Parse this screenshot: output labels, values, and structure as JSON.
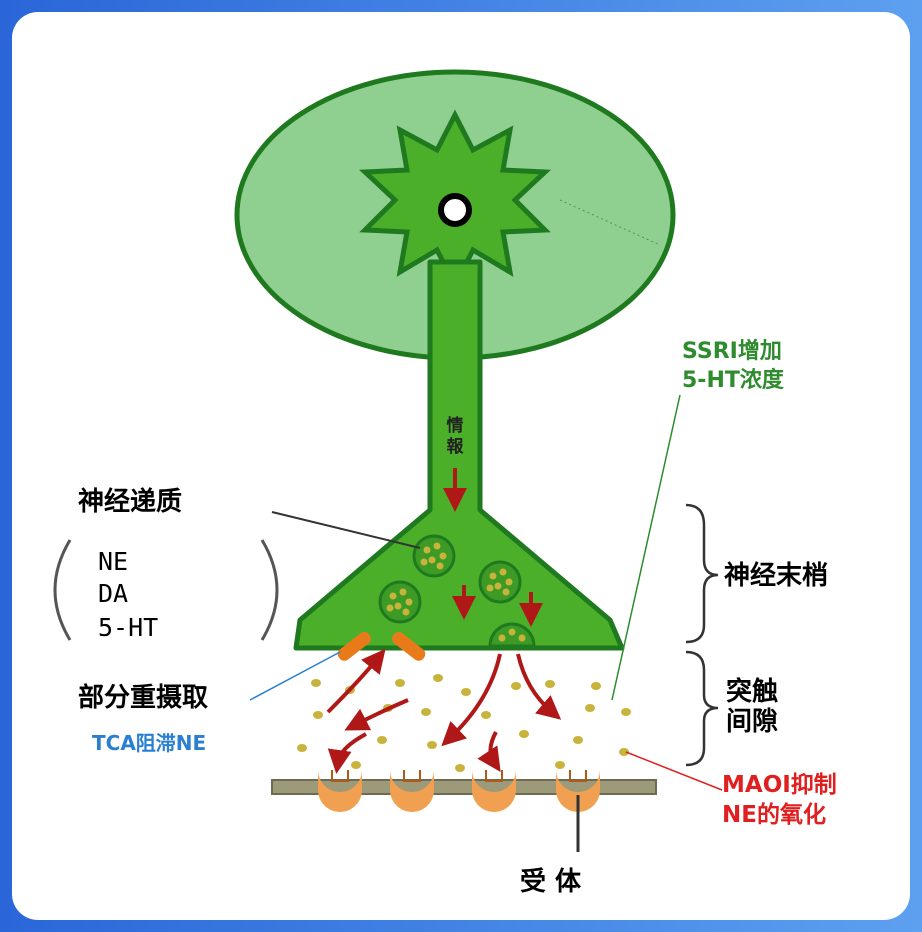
{
  "labels": {
    "jouhou_line1": "情",
    "jouhou_line2": "報",
    "neurotransmitter": "神经递质",
    "ne": "NE",
    "da": "DA",
    "ht5": "5-HT",
    "nerve_terminal": "神经末梢",
    "synaptic_cleft_line1": "突触",
    "synaptic_cleft_line2": "间隙",
    "partial_reuptake": "部分重摄取",
    "tca": "TCA阻滞NE",
    "ssri_line1": "SSRI增加",
    "ssri_line2": "5-HT浓度",
    "maoi_line1": "MAOI抑制",
    "maoi_line2": "NE的氧化",
    "receptor": "受  体"
  },
  "colors": {
    "background_blue": "#3f7fe0",
    "panel_white": "#ffffff",
    "soma_light_green": "#8fcf8f",
    "neuron_green": "#4caf2a",
    "outline_dark_green": "#1f7a1f",
    "vesicle_dot": "#c8b43c",
    "receptor_orange": "#f0a050",
    "transporter_orange": "#e87a1a",
    "arrow_red": "#b01818",
    "membrane_gray": "#9c9a78",
    "ssri_green": "#2e8b2e",
    "tca_blue": "#2a7fd0",
    "maoi_red": "#e02020"
  }
}
